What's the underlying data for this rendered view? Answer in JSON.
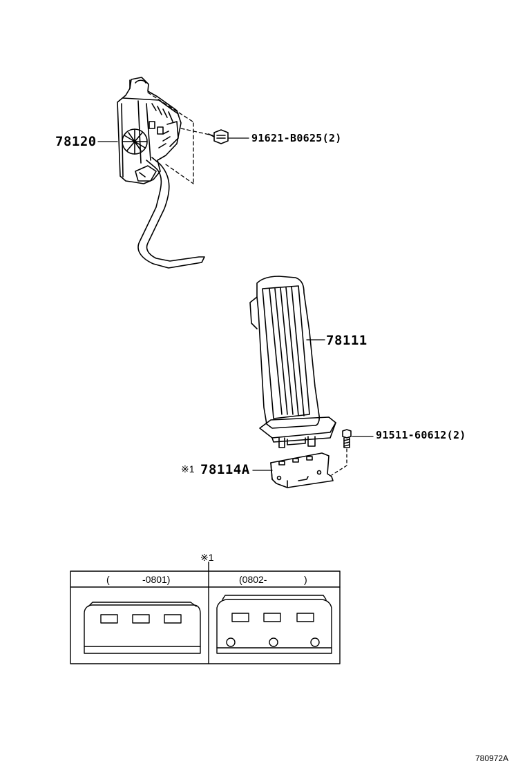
{
  "parts": {
    "sensor_assy": "78120",
    "sensor_bolt": "91621-B0625(2)",
    "pedal_pad": "78111",
    "pedal_bolt": "91511-60612(2)",
    "bracket_mark": "※1",
    "bracket": "78114A"
  },
  "detail_table": {
    "note_mark": "※1",
    "col1_open": "(",
    "col1_range": "-0801)",
    "col2_range": "(0802-",
    "col2_close": ")"
  },
  "diagram_id": "780972A"
}
